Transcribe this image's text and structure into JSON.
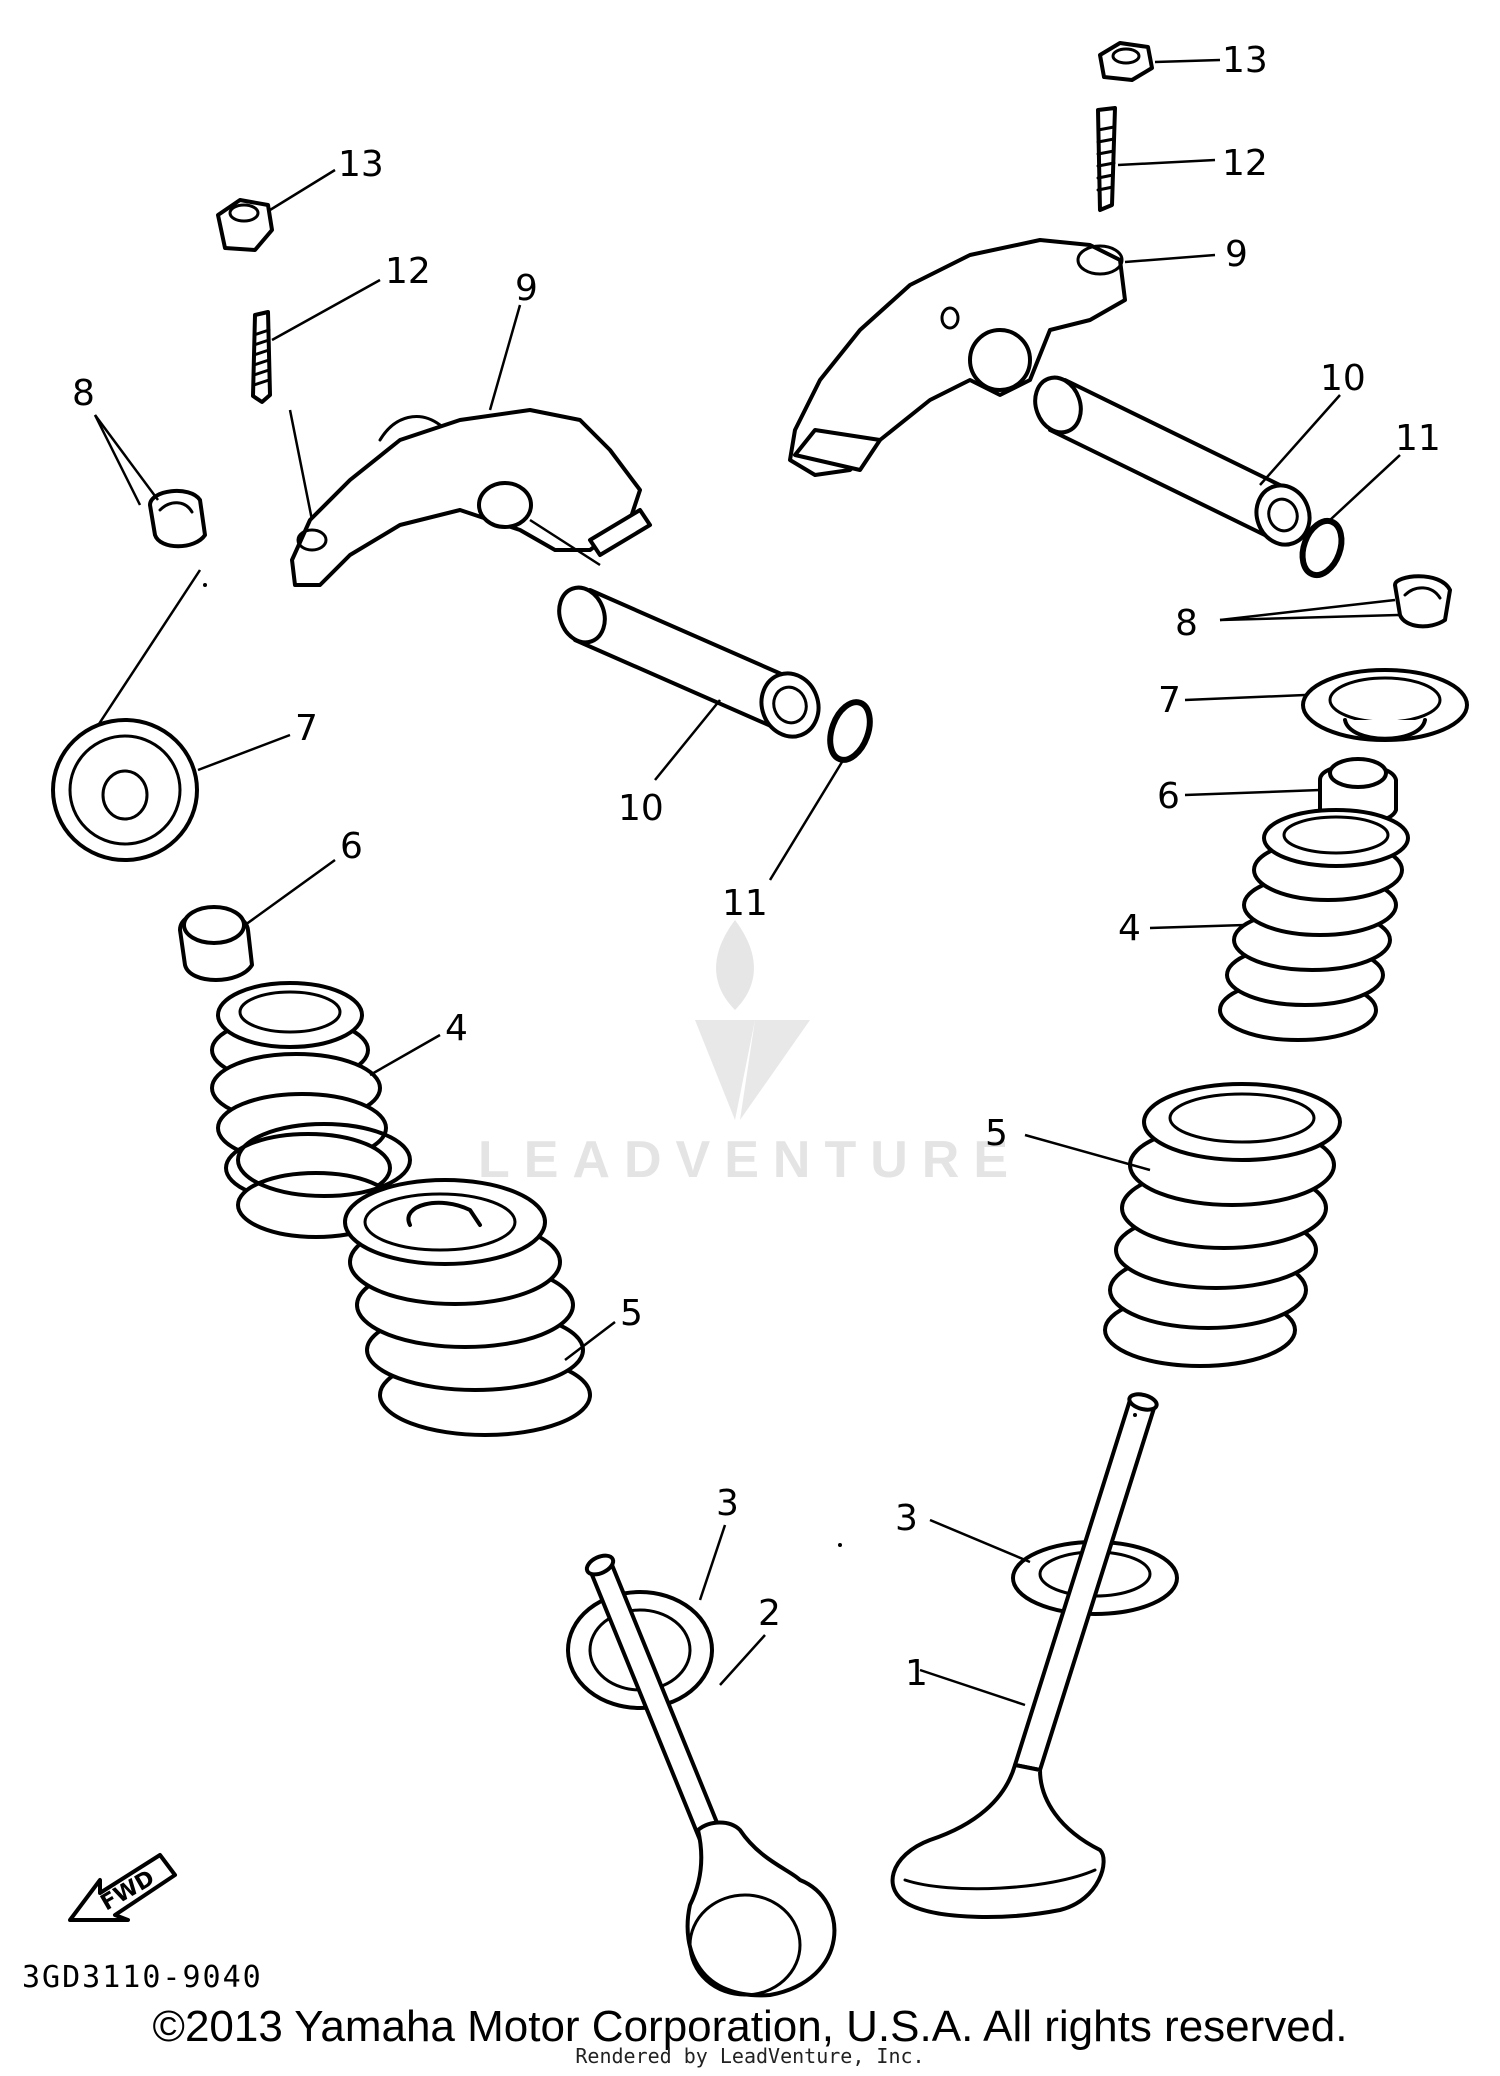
{
  "diagram": {
    "code": "3GD3110-9040",
    "copyright": "©2013 Yamaha Motor Corporation, U.S.A. All rights reserved.",
    "rendered_by": "Rendered by LeadVenture, Inc.",
    "watermark": "LEADVENTURE",
    "fwd_label": "FWD"
  },
  "callouts": {
    "c1": "1",
    "c2": "2",
    "c3a": "3",
    "c3b": "3",
    "c4a": "4",
    "c4b": "4",
    "c5a": "5",
    "c5b": "5",
    "c6a": "6",
    "c6b": "6",
    "c7a": "7",
    "c7b": "7",
    "c8a": "8",
    "c8b": "8",
    "c9a": "9",
    "c9b": "9",
    "c10a": "10",
    "c10b": "10",
    "c11a": "11",
    "c11b": "11",
    "c12a": "12",
    "c12b": "12",
    "c13a": "13",
    "c13b": "13"
  }
}
